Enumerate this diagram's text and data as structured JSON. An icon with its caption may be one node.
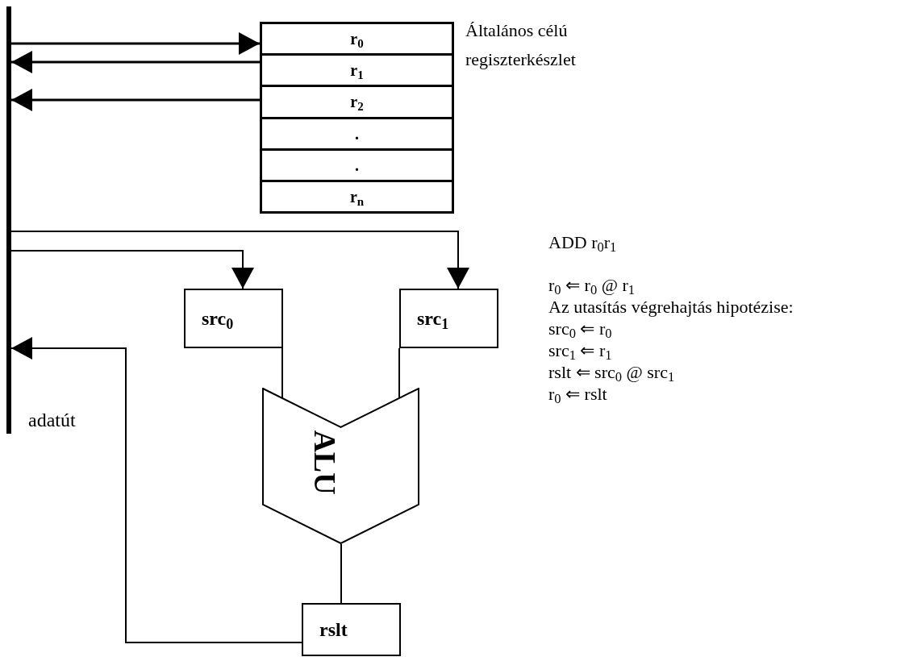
{
  "diagram": {
    "nodes": [
      {
        "text": [],
        "shape": "bar",
        "beside": [
          "adatút"
        ]
      },
      {
        "text": [
          "Általános célú regiszterkészlet"
        ]
      },
      {
        "text": [
          "r$_{0}$"
        ],
        "in": 1
      },
      {
        "text": [
          "r$_{1}$"
        ],
        "in": 1
      },
      {
        "text": [
          "r$_{2}$"
        ],
        "in": 1
      },
      {
        "text": [
          "."
        ],
        "in": 1
      },
      {
        "text": [
          "."
        ],
        "in": 1
      },
      {
        "text": [
          "r$_{n}$"
        ],
        "in": 1
      },
      {
        "text": [
          "src$_{0}$"
        ]
      },
      {
        "text": [
          "src$_{1}$"
        ]
      },
      {
        "text": [
          "ALU"
        ]
      },
      {
        "text": [
          "rslt"
        ]
      }
    ],
    "edges": [
      {
        "from": 0,
        "to": 2,
        "arrow": "to"
      },
      {
        "from": 3,
        "to": 0,
        "arrow": "to"
      },
      {
        "from": 4,
        "to": 0,
        "arrow": "to"
      },
      {
        "from": 0,
        "to": 8,
        "arrow": "to"
      },
      {
        "from": 0,
        "to": 9,
        "arrow": "to"
      },
      {
        "from": 8,
        "to": 10,
        "arrow": "none"
      },
      {
        "from": 9,
        "to": 10,
        "arrow": "none"
      },
      {
        "from": 10,
        "to": 11,
        "arrow": "none"
      },
      {
        "from": 11,
        "to": 0,
        "arrow": "to"
      }
    ],
    "labels": [
      "ADD r$_{0}$r$_{1}$",
      "r$_{0}$ ⇐ r$_{0}$ @ r$_{1}$",
      "Az utasítás végrehajtás hipotézise:",
      "src$_{0}$ ⇐ r$_{0}$",
      "src$_{1}$ ⇐ r$_{1}$",
      "rslt ⇐ src$_{0}$ @ src$_{1}$",
      "r$_{0}$ ⇐ rslt"
    ]
  }
}
